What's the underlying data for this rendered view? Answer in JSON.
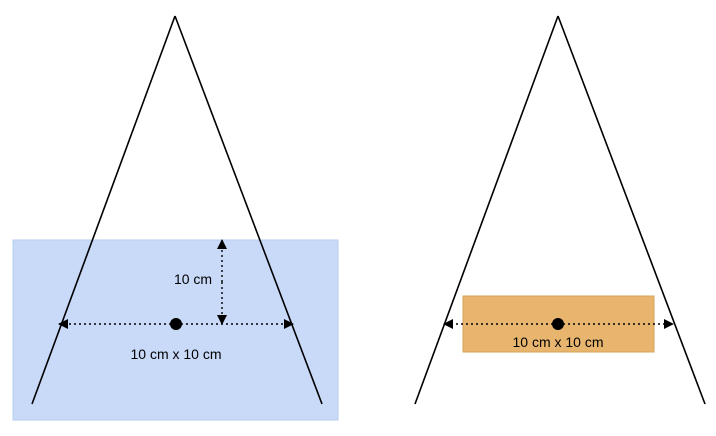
{
  "diagram": {
    "left_panel": {
      "vertical_label": "10 cm",
      "size_label": "10 cm x 10 cm",
      "fill_color": "#c9daf8",
      "fill_stroke": "#b6cdef"
    },
    "right_panel": {
      "size_label": "10 cm x 10 cm",
      "fill_color": "#e8b56e",
      "fill_stroke": "#d9a45a"
    },
    "line_color": "#000000"
  }
}
